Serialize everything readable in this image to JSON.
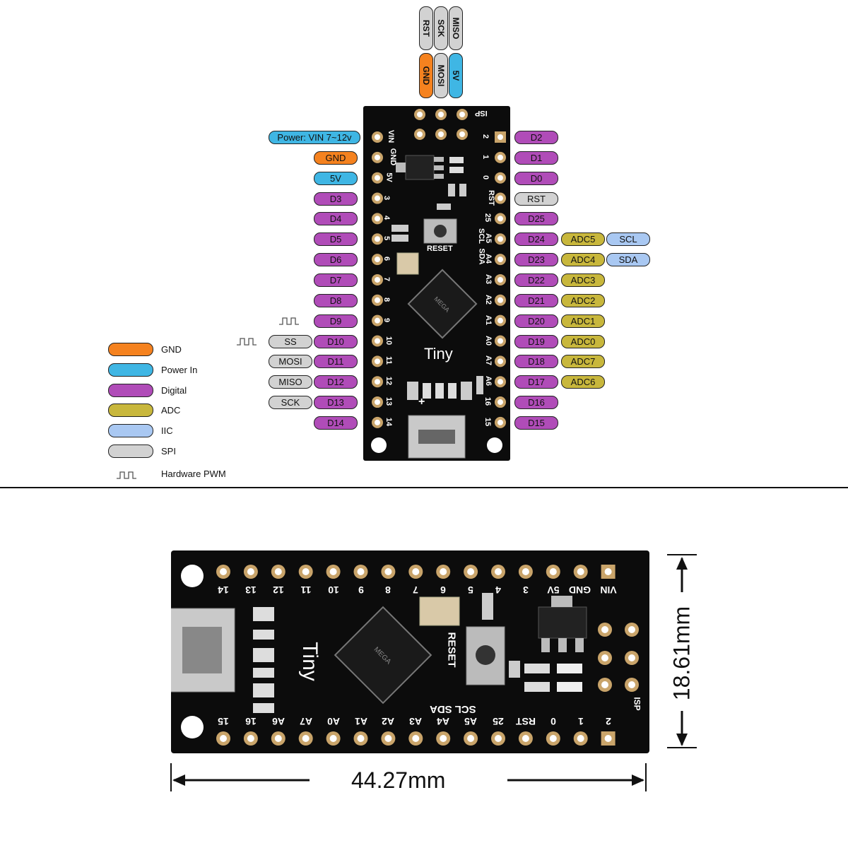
{
  "colors": {
    "gnd": "#f5821f",
    "power": "#3fb6e4",
    "digital": "#b04cb8",
    "adc": "#c8b73c",
    "iic": "#a9c8f2",
    "spi": "#d2d2d2",
    "board": "#0c0c0c"
  },
  "top_pills": {
    "miso": "MISO",
    "sck": "SCK",
    "rst": "RST",
    "v5": "5V",
    "mosi": "MOSI",
    "gnd": "GND"
  },
  "left_pins": [
    {
      "label": "Power: VIN 7~12v",
      "kind": "power"
    },
    {
      "label": "GND",
      "kind": "gnd"
    },
    {
      "label": "5V",
      "kind": "power"
    },
    {
      "label": "D3",
      "kind": "digital"
    },
    {
      "label": "D4",
      "kind": "digital"
    },
    {
      "label": "D5",
      "kind": "digital"
    },
    {
      "label": "D6",
      "kind": "digital"
    },
    {
      "label": "D7",
      "kind": "digital"
    },
    {
      "label": "D8",
      "kind": "digital"
    },
    {
      "label": "D9",
      "kind": "digital"
    },
    {
      "label": "D10",
      "kind": "digital"
    },
    {
      "label": "D11",
      "kind": "digital"
    },
    {
      "label": "D12",
      "kind": "digital"
    },
    {
      "label": "D13",
      "kind": "digital"
    },
    {
      "label": "D14",
      "kind": "digital"
    }
  ],
  "left_spi": {
    "d10": "SS",
    "d11": "MOSI",
    "d12": "MISO",
    "d13": "SCK"
  },
  "right_pins": [
    "D2",
    "D1",
    "D0",
    "RST",
    "D25",
    "D24",
    "D23",
    "D22",
    "D21",
    "D20",
    "D19",
    "D18",
    "D17",
    "D16",
    "D15"
  ],
  "right_adc": {
    "d24": "ADC5",
    "d23": "ADC4",
    "d22": "ADC3",
    "d21": "ADC2",
    "d20": "ADC1",
    "d19": "ADC0",
    "d18": "ADC7",
    "d17": "ADC6"
  },
  "right_iic": {
    "d24": "SCL",
    "d23": "SDA"
  },
  "legend": [
    "GND",
    "Power In",
    "Digital",
    "ADC",
    "IIC",
    "SPI",
    "Hardware PWM"
  ],
  "board_top": {
    "left_silk": [
      "VIN",
      "GND",
      "5V",
      "3",
      "4",
      "5",
      "6",
      "7",
      "8",
      "9",
      "10",
      "11",
      "12",
      "13",
      "14"
    ],
    "right_silk": [
      "2",
      "1",
      "0",
      "RST",
      "25",
      "A5",
      "A4",
      "A3",
      "A2",
      "A1",
      "A0",
      "A7",
      "A6",
      "16",
      "15"
    ],
    "scl": "SCL",
    "sda": "SDA",
    "reset": "RESET",
    "tiny": "Tiny",
    "isp": "ISP",
    "plus": "+"
  },
  "board_bottom": {
    "top_row": [
      "14",
      "13",
      "12",
      "11",
      "10",
      "9",
      "8",
      "7",
      "6",
      "5",
      "4",
      "3",
      "5V",
      "GND",
      "VIN"
    ],
    "bottom_row": [
      "15",
      "16",
      "A6",
      "A7",
      "A0",
      "A1",
      "A2",
      "A3",
      "A4",
      "A5",
      "25",
      "RST",
      "0",
      "1",
      "2"
    ],
    "scl_sda": "SCL SDA",
    "reset": "RESET",
    "tiny": "Tiny",
    "isp": "ISP"
  },
  "dimensions": {
    "width": "44.27mm",
    "height": "18.61mm"
  }
}
